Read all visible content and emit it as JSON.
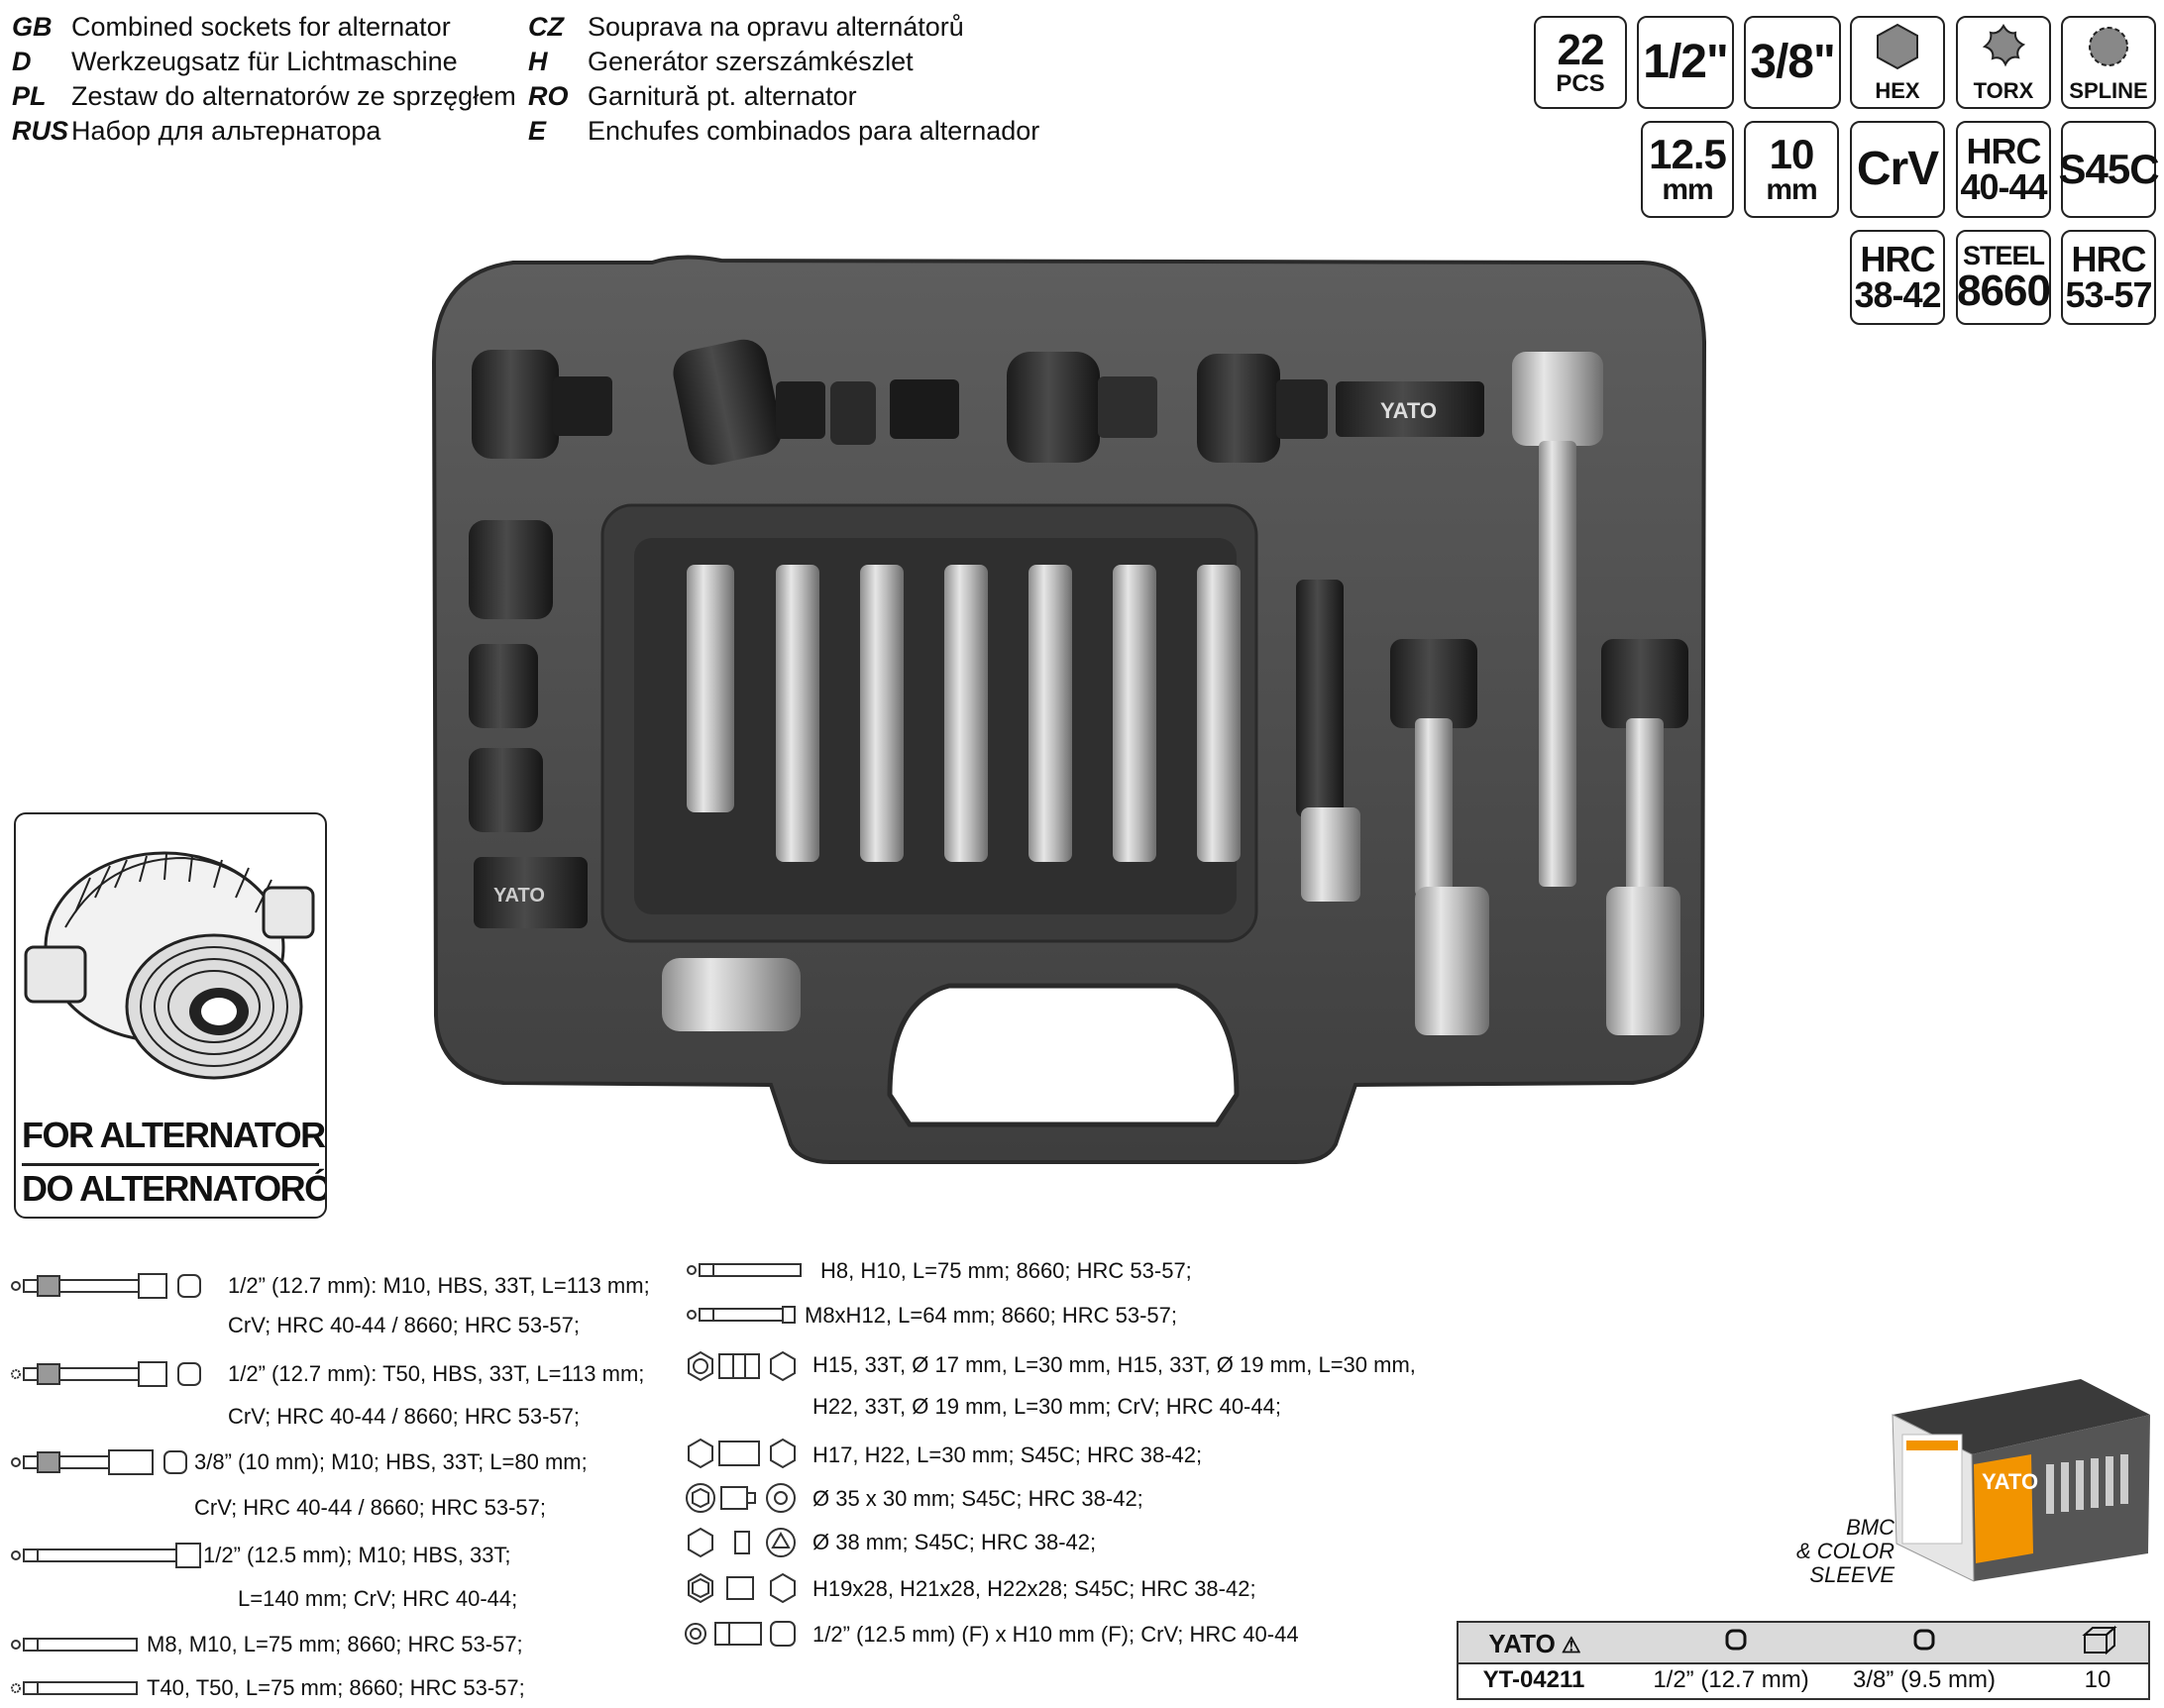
{
  "languages": [
    {
      "code": "GB",
      "text": "Combined sockets for alternator"
    },
    {
      "code": "D",
      "text": "Werkzeugsatz für Lichtmaschine"
    },
    {
      "code": "PL",
      "text": "Zestaw do alternatorów ze sprzęgłem"
    },
    {
      "code": "RUS",
      "text": "Набор для альтернатора"
    },
    {
      "code": "CZ",
      "text": "Souprava na opravu alternátorů"
    },
    {
      "code": "H",
      "text": "Generátor szerszámkészlet"
    },
    {
      "code": "RO",
      "text": "Garnitură pt. alternator"
    },
    {
      "code": "E",
      "text": "Enchufes combinados para alternador"
    }
  ],
  "badges": {
    "count": {
      "big": "22",
      "small": "PCS"
    },
    "drive_half": "1/2\"",
    "drive_three_eighths": "3/8\"",
    "hex": "HEX",
    "torx": "TORX",
    "spline": "SPLINE",
    "size_125": {
      "big": "12.5",
      "small": "mm"
    },
    "size_10": {
      "big": "10",
      "small": "mm"
    },
    "crv": "CrV",
    "hrc_4044": {
      "top": "HRC",
      "bottom": "40-44"
    },
    "s45c": "S45C",
    "hrc_3842": {
      "top": "HRC",
      "bottom": "38-42"
    },
    "steel_8660": {
      "top": "STEEL",
      "bottom": "8660"
    },
    "hrc_5357": {
      "top": "HRC",
      "bottom": "53-57"
    }
  },
  "case_brand": "YATO",
  "alternators": {
    "line1": "FOR ALTERNATORS",
    "line2": "DO ALTERNATORÓW"
  },
  "specs_left": [
    "1/2” (12.7 mm): M10, HBS, 33T, L=113 mm;",
    "CrV; HRC 40-44 / 8660; HRC 53-57;",
    "1/2” (12.7 mm): T50, HBS, 33T, L=113 mm;",
    "CrV; HRC 40-44 / 8660; HRC 53-57;",
    "3/8” (10 mm); M10; HBS, 33T; L=80 mm;",
    "CrV; HRC 40-44 / 8660; HRC 53-57;",
    "1/2” (12.5 mm); M10; HBS, 33T;",
    "L=140 mm; CrV; HRC 40-44;",
    "M8, M10, L=75 mm; 8660; HRC 53-57;",
    "T40, T50, L=75 mm; 8660; HRC 53-57;"
  ],
  "specs_right": [
    "H8, H10, L=75 mm; 8660; HRC 53-57;",
    "M8xH12, L=64 mm; 8660; HRC 53-57;",
    "H15, 33T, Ø 17 mm, L=30 mm, H15, 33T, Ø 19 mm, L=30 mm,",
    "H22, 33T, Ø 19 mm, L=30 mm; CrV; HRC 40-44;",
    "H17, H22, L=30 mm; S45C; HRC 38-42;",
    "Ø 35 x 30 mm; S45C; HRC 38-42;",
    "Ø 38 mm; S45C; HRC 38-42;",
    "H19x28, H21x28, H22x28; S45C; HRC 38-42;",
    "1/2” (12.5 mm) (F) x H10 mm (F); CrV; HRC 40-44"
  ],
  "bmc": {
    "line1": "BMC",
    "line2": "& COLOR",
    "line3": "SLEEVE"
  },
  "table": {
    "brand": "YATO",
    "model": "YT-04211",
    "col2": "1/2” (12.7 mm)",
    "col3": "3/8” (9.5 mm)",
    "col4": "10"
  }
}
